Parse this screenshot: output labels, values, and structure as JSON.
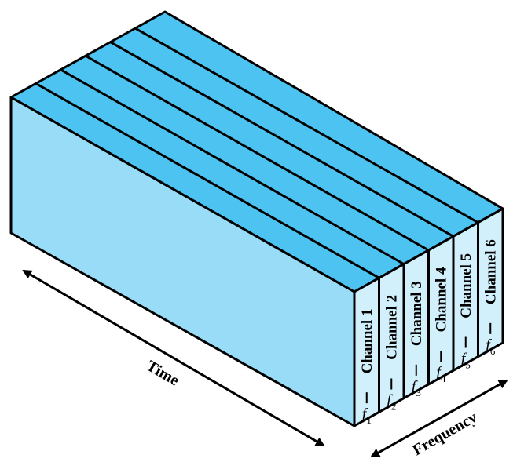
{
  "diagram": {
    "channels": [
      {
        "label": "Channel 1",
        "freq": "f",
        "sub": "1"
      },
      {
        "label": "Channel 2",
        "freq": "f",
        "sub": "2"
      },
      {
        "label": "Channel 3",
        "freq": "f",
        "sub": "3"
      },
      {
        "label": "Channel 4",
        "freq": "f",
        "sub": "4"
      },
      {
        "label": "Channel 5",
        "freq": "f",
        "sub": "5"
      },
      {
        "label": "Channel 6",
        "freq": "f",
        "sub": "6"
      }
    ],
    "time_axis_label": "Time",
    "frequency_axis_label": "Frequency",
    "colors": {
      "top_face": "#4dc3f2",
      "side_face": "#99dcf7",
      "end_face": "#d2f0fb",
      "outline": "#000000"
    }
  }
}
